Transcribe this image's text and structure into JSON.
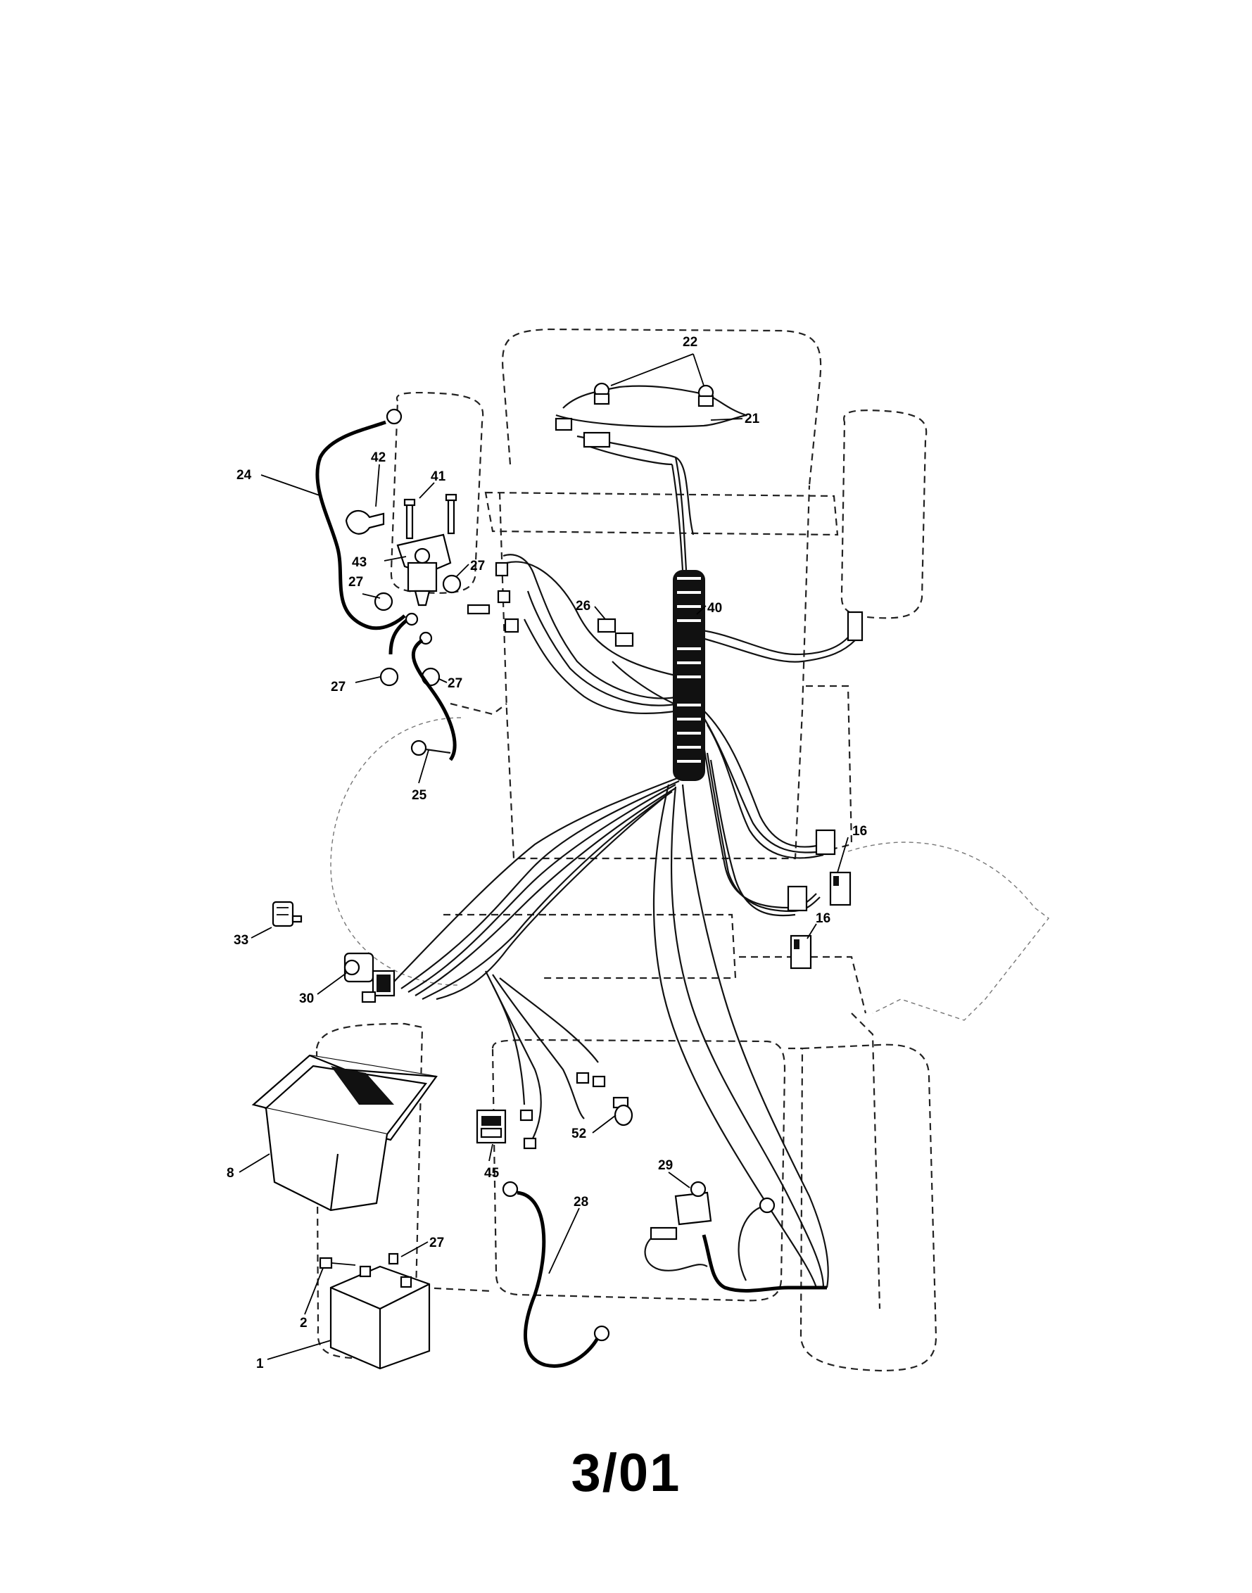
{
  "colors": {
    "ink": "#000000",
    "background": "#ffffff"
  },
  "diagram": {
    "callouts": [
      {
        "id": "c22",
        "label": "22"
      },
      {
        "id": "c21",
        "label": "21"
      },
      {
        "id": "c24",
        "label": "24"
      },
      {
        "id": "c42",
        "label": "42"
      },
      {
        "id": "c41",
        "label": "41"
      },
      {
        "id": "c43",
        "label": "43"
      },
      {
        "id": "c27a",
        "label": "27"
      },
      {
        "id": "c27b",
        "label": "27"
      },
      {
        "id": "c27c",
        "label": "27"
      },
      {
        "id": "c27d",
        "label": "27"
      },
      {
        "id": "c26",
        "label": "26"
      },
      {
        "id": "c40",
        "label": "40"
      },
      {
        "id": "c25",
        "label": "25"
      },
      {
        "id": "c16a",
        "label": "16"
      },
      {
        "id": "c16b",
        "label": "16"
      },
      {
        "id": "c33",
        "label": "33"
      },
      {
        "id": "c30",
        "label": "30"
      },
      {
        "id": "c52",
        "label": "52"
      },
      {
        "id": "c45",
        "label": "45"
      },
      {
        "id": "c29",
        "label": "29"
      },
      {
        "id": "c28",
        "label": "28"
      },
      {
        "id": "c8",
        "label": "8"
      },
      {
        "id": "c27e",
        "label": "27"
      },
      {
        "id": "c2",
        "label": "2"
      },
      {
        "id": "c1",
        "label": "1"
      }
    ]
  },
  "footer": {
    "label": "3/01"
  }
}
